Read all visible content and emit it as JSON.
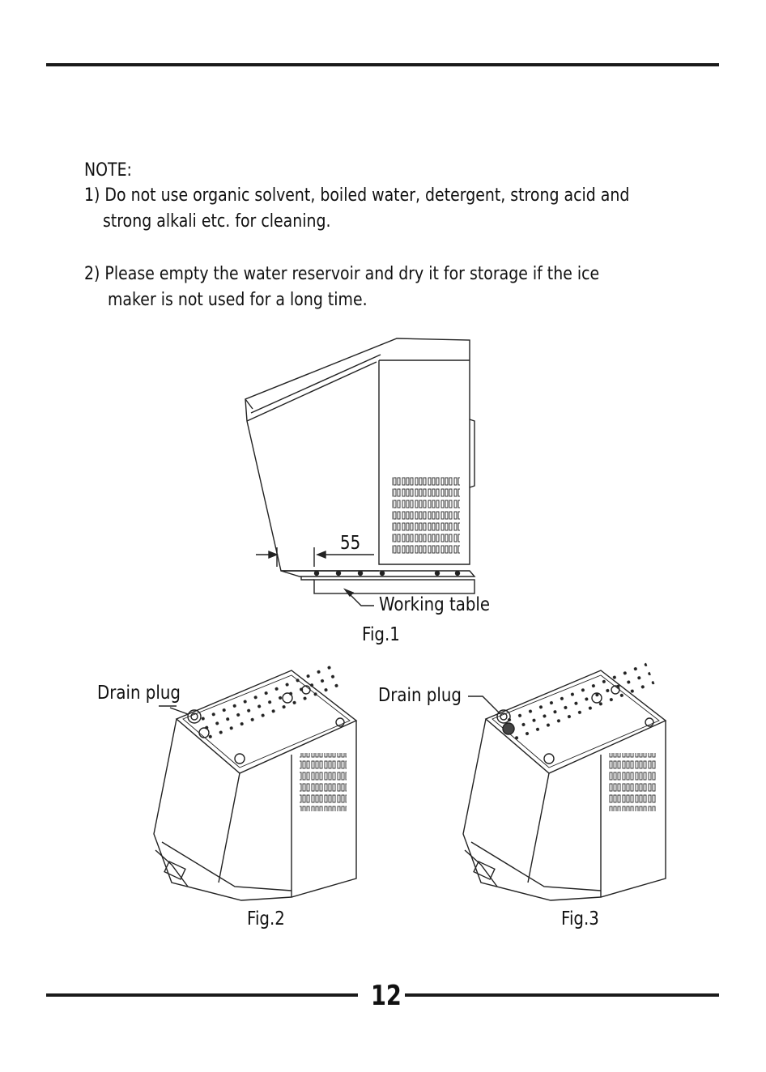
{
  "note": {
    "heading": "NOTE:",
    "item1_line1": "1) Do not use organic solvent, boiled water, detergent, strong acid and",
    "item1_line2": "strong alkali etc. for cleaning.",
    "item2_line1": "2) Please empty the water reservoir and dry it for storage if the ice",
    "item2_line2": "maker is not used for a long time."
  },
  "figure1": {
    "dimension": "55",
    "table_label": "Working table",
    "caption": "Fig.1"
  },
  "figure2": {
    "callout": "Drain plug",
    "caption": "Fig.2"
  },
  "figure3": {
    "callout": "Drain plug",
    "caption": "Fig.3"
  },
  "footer": {
    "page_number": "12"
  }
}
